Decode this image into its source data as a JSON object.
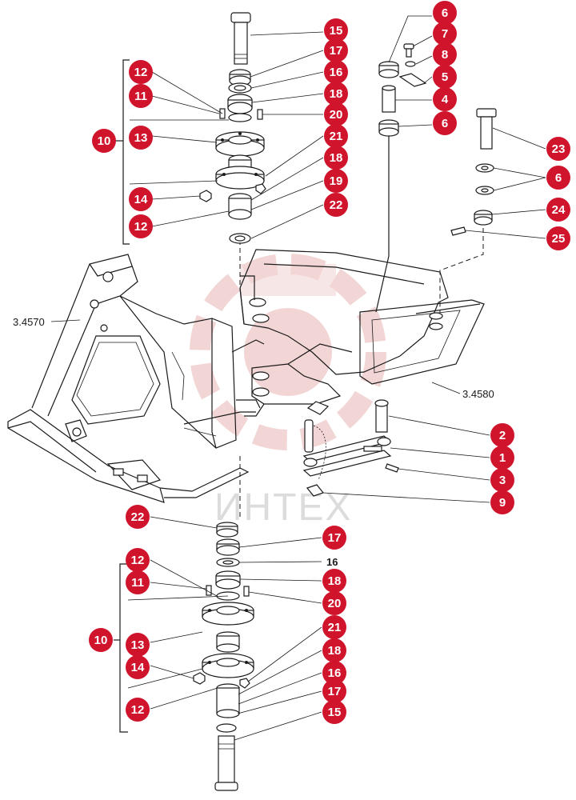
{
  "watermark": {
    "text": "ИНТЕХ",
    "color": "#e8b4b4"
  },
  "assembly_refs": {
    "frame_front": "3.4570",
    "frame_rear": "3.4580"
  },
  "callout_color": "#d0142c",
  "callouts": [
    {
      "id": "c15a",
      "label": "15"
    },
    {
      "id": "c17a",
      "label": "17"
    },
    {
      "id": "c16a",
      "label": "16"
    },
    {
      "id": "c18a",
      "label": "18"
    },
    {
      "id": "c20a",
      "label": "20"
    },
    {
      "id": "c21a",
      "label": "21"
    },
    {
      "id": "c18b",
      "label": "18"
    },
    {
      "id": "c19a",
      "label": "19"
    },
    {
      "id": "c22a",
      "label": "22"
    },
    {
      "id": "c12a",
      "label": "12"
    },
    {
      "id": "c11a",
      "label": "11"
    },
    {
      "id": "c10a",
      "label": "10"
    },
    {
      "id": "c13a",
      "label": "13"
    },
    {
      "id": "c14a",
      "label": "14"
    },
    {
      "id": "c12b",
      "label": "12"
    },
    {
      "id": "c6a",
      "label": "6"
    },
    {
      "id": "c7a",
      "label": "7"
    },
    {
      "id": "c8a",
      "label": "8"
    },
    {
      "id": "c5a",
      "label": "5"
    },
    {
      "id": "c4a",
      "label": "4"
    },
    {
      "id": "c6b",
      "label": "6"
    },
    {
      "id": "c23a",
      "label": "23"
    },
    {
      "id": "c6c",
      "label": "6"
    },
    {
      "id": "c24a",
      "label": "24"
    },
    {
      "id": "c25a",
      "label": "25"
    },
    {
      "id": "c2a",
      "label": "2"
    },
    {
      "id": "c1a",
      "label": "1"
    },
    {
      "id": "c3a",
      "label": "3"
    },
    {
      "id": "c9a",
      "label": "9"
    },
    {
      "id": "c22b",
      "label": "22"
    },
    {
      "id": "c17b",
      "label": "17"
    },
    {
      "id": "c12c",
      "label": "12"
    },
    {
      "id": "c18c",
      "label": "18"
    },
    {
      "id": "c11b",
      "label": "11"
    },
    {
      "id": "c20b",
      "label": "20"
    },
    {
      "id": "c10b",
      "label": "10"
    },
    {
      "id": "c21b",
      "label": "21"
    },
    {
      "id": "c13b",
      "label": "13"
    },
    {
      "id": "c18d",
      "label": "18"
    },
    {
      "id": "c14b",
      "label": "14"
    },
    {
      "id": "c16b",
      "label": "16"
    },
    {
      "id": "c17c",
      "label": "17"
    },
    {
      "id": "c12d",
      "label": "12"
    },
    {
      "id": "c15b",
      "label": "15"
    }
  ],
  "plain_labels": {
    "lower_16": "16"
  }
}
